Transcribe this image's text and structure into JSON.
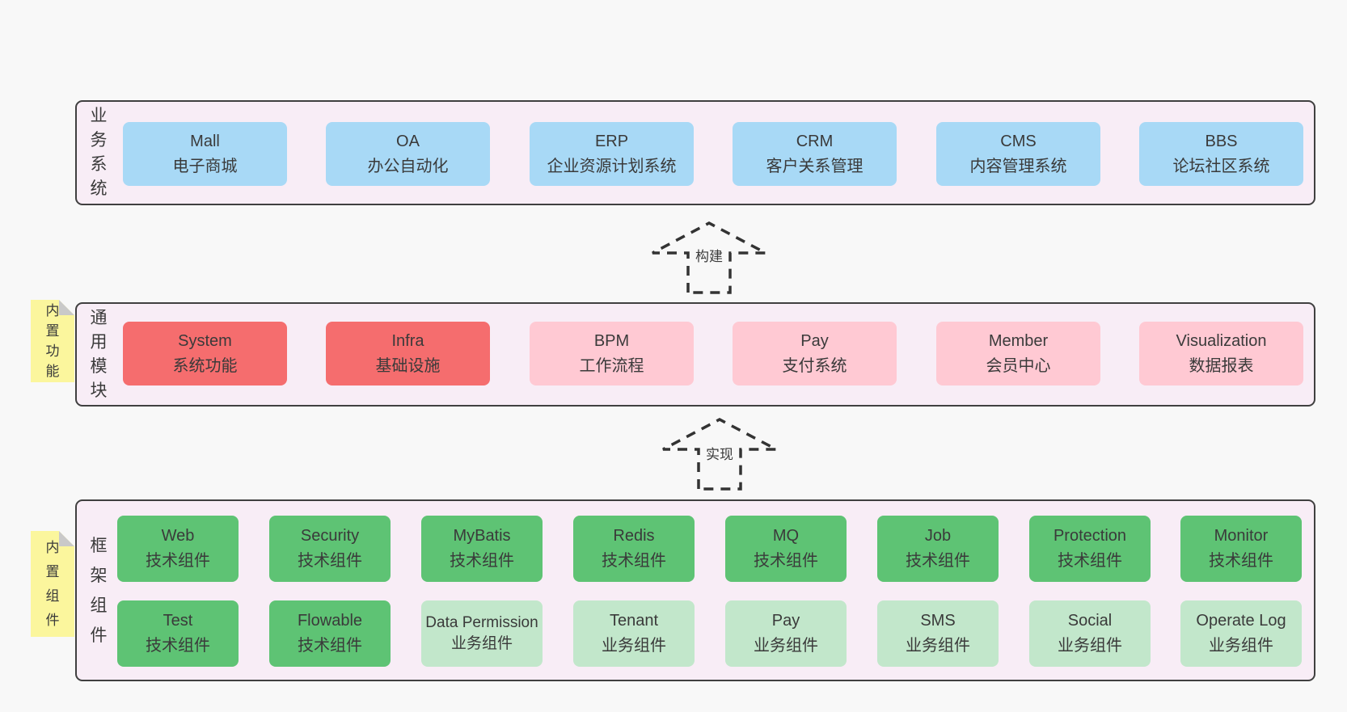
{
  "colors": {
    "background": "#f8f8f8",
    "panel_fill": "#f8edf6",
    "panel_border": "#404040",
    "blue": "#a8d9f6",
    "red": "#f56d6e",
    "pink": "#ffc9d3",
    "green": "#5ec374",
    "light_green": "#c2e7cb",
    "yellow_tag": "#fbf69d",
    "fold_gray": "#c9c9c9",
    "text": "#3d3d3d",
    "arrow_stroke": "#333333"
  },
  "arrows": [
    {
      "label": "构建"
    },
    {
      "label": "实现"
    }
  ],
  "layers": [
    {
      "label": "业务系统",
      "label_chars": [
        "业",
        "务",
        "系",
        "统"
      ],
      "boxes": [
        {
          "title": "Mall",
          "subtitle": "电子商城",
          "variant": "blue"
        },
        {
          "title": "OA",
          "subtitle": "办公自动化",
          "variant": "blue"
        },
        {
          "title": "ERP",
          "subtitle": "企业资源计划系统",
          "variant": "blue"
        },
        {
          "title": "CRM",
          "subtitle": "客户关系管理",
          "variant": "blue"
        },
        {
          "title": "CMS",
          "subtitle": "内容管理系统",
          "variant": "blue"
        },
        {
          "title": "BBS",
          "subtitle": "论坛社区系统",
          "variant": "blue"
        }
      ]
    },
    {
      "label": "通用模块",
      "label_chars": [
        "通",
        "用",
        "模",
        "块"
      ],
      "tag": "内置功能",
      "tag_chars": [
        "内",
        "置",
        "功",
        "能"
      ],
      "boxes": [
        {
          "title": "System",
          "subtitle": "系统功能",
          "variant": "red"
        },
        {
          "title": "Infra",
          "subtitle": "基础设施",
          "variant": "red"
        },
        {
          "title": "BPM",
          "subtitle": "工作流程",
          "variant": "pink"
        },
        {
          "title": "Pay",
          "subtitle": "支付系统",
          "variant": "pink"
        },
        {
          "title": "Member",
          "subtitle": "会员中心",
          "variant": "pink"
        },
        {
          "title": "Visualization",
          "subtitle": "数据报表",
          "variant": "pink"
        }
      ]
    },
    {
      "label": "框架组件",
      "label_chars": [
        "框",
        "架",
        "组",
        "件"
      ],
      "tag": "内置组件",
      "tag_chars": [
        "内",
        "置",
        "组",
        "件"
      ],
      "rows": [
        [
          {
            "title": "Web",
            "subtitle": "技术组件",
            "variant": "green"
          },
          {
            "title": "Security",
            "subtitle": "技术组件",
            "variant": "green"
          },
          {
            "title": "MyBatis",
            "subtitle": "技术组件",
            "variant": "green"
          },
          {
            "title": "Redis",
            "subtitle": "技术组件",
            "variant": "green"
          },
          {
            "title": "MQ",
            "subtitle": "技术组件",
            "variant": "green"
          },
          {
            "title": "Job",
            "subtitle": "技术组件",
            "variant": "green"
          },
          {
            "title": "Protection",
            "subtitle": "技术组件",
            "variant": "green"
          },
          {
            "title": "Monitor",
            "subtitle": "技术组件",
            "variant": "green"
          }
        ],
        [
          {
            "title": "Test",
            "subtitle": "技术组件",
            "variant": "green"
          },
          {
            "title": "Flowable",
            "subtitle": "技术组件",
            "variant": "green"
          },
          {
            "title": "Data Permission",
            "subtitle": "业务组件",
            "variant": "lightgreen"
          },
          {
            "title": "Tenant",
            "subtitle": "业务组件",
            "variant": "lightgreen"
          },
          {
            "title": "Pay",
            "subtitle": "业务组件",
            "variant": "lightgreen"
          },
          {
            "title": "SMS",
            "subtitle": "业务组件",
            "variant": "lightgreen"
          },
          {
            "title": "Social",
            "subtitle": "业务组件",
            "variant": "lightgreen"
          },
          {
            "title": "Operate Log",
            "subtitle": "业务组件",
            "variant": "lightgreen"
          }
        ]
      ]
    }
  ]
}
